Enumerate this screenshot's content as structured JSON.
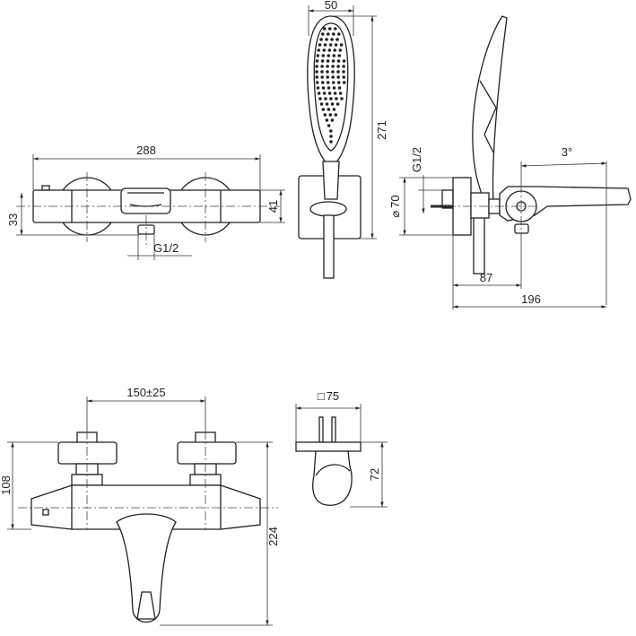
{
  "drawing": {
    "front_view": {
      "width": "288",
      "height_left": "33",
      "height_right": "41",
      "outlet_thread": "G1/2"
    },
    "hand_shower_view": {
      "width": "50",
      "height": "271"
    },
    "side_view": {
      "thread": "G1/2",
      "plate_diameter": "70",
      "diameter_symbol": "⌀",
      "angle": "3°",
      "depth_body": "87",
      "depth_total": "196"
    },
    "bottom_front_view": {
      "center_distance": "150±25",
      "height_top": "108",
      "height_total": "224"
    },
    "plate_view": {
      "square_symbol": "□",
      "plate_size": "75",
      "height": "72"
    }
  }
}
